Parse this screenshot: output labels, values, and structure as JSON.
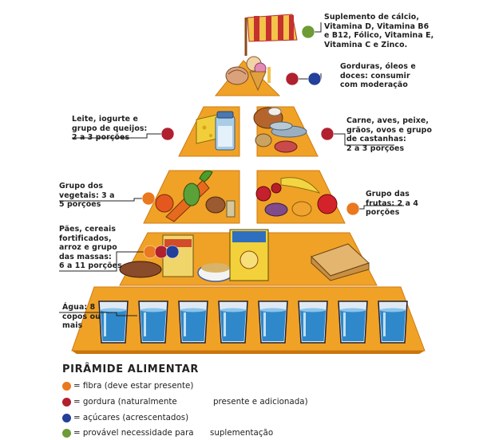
{
  "colors": {
    "fiber": "#e9781f",
    "fat": "#b1202e",
    "sugar": "#23409a",
    "supplement": "#6d9b35",
    "tier": "#f0a227",
    "tier_dark": "#cf7a12"
  },
  "labels": {
    "supplement": [
      "Suplemento de cálcio,",
      "Vitamina D, Vitamina B6",
      "e B12, Fólico, Vitamina E,",
      "Vitamina C e Zinco."
    ],
    "fats": [
      "Gorduras, óleos e",
      "doces: consumir",
      "com moderação"
    ],
    "dairy": [
      "Leite, iogurte e",
      "grupo de queijos:",
      "2 a 3 porções"
    ],
    "meat": [
      "Carne, aves, peixe,",
      "grãos, ovos e grupo",
      "de castanhas:",
      "2 a 3 porções"
    ],
    "vegetables": [
      "Grupo dos",
      "vegetais: 3 a",
      "5 porções"
    ],
    "fruits": [
      "Grupo das",
      "frutas: 2 a 4",
      "porções"
    ],
    "grains": [
      "Pães, cereais",
      "fortificados,",
      "arroz e grupo",
      "das massas:",
      "6 a 11 porções"
    ],
    "water": [
      "Água: 8",
      "copos ou",
      "mais"
    ]
  },
  "legend": {
    "title": "PIRÂMIDE ALIMENTAR",
    "items": [
      {
        "text": "= fibra (deve estar presente)",
        "extra": "",
        "color": "#e9781f"
      },
      {
        "text": "= gordura (naturalmente",
        "extra": "presente e adicionada)",
        "color": "#b1202e"
      },
      {
        "text": "= açúcares (acrescentados)",
        "extra": "",
        "color": "#23409a"
      },
      {
        "text": "= provável necessidade para",
        "extra": "suplementação",
        "color": "#6d9b35"
      }
    ]
  }
}
